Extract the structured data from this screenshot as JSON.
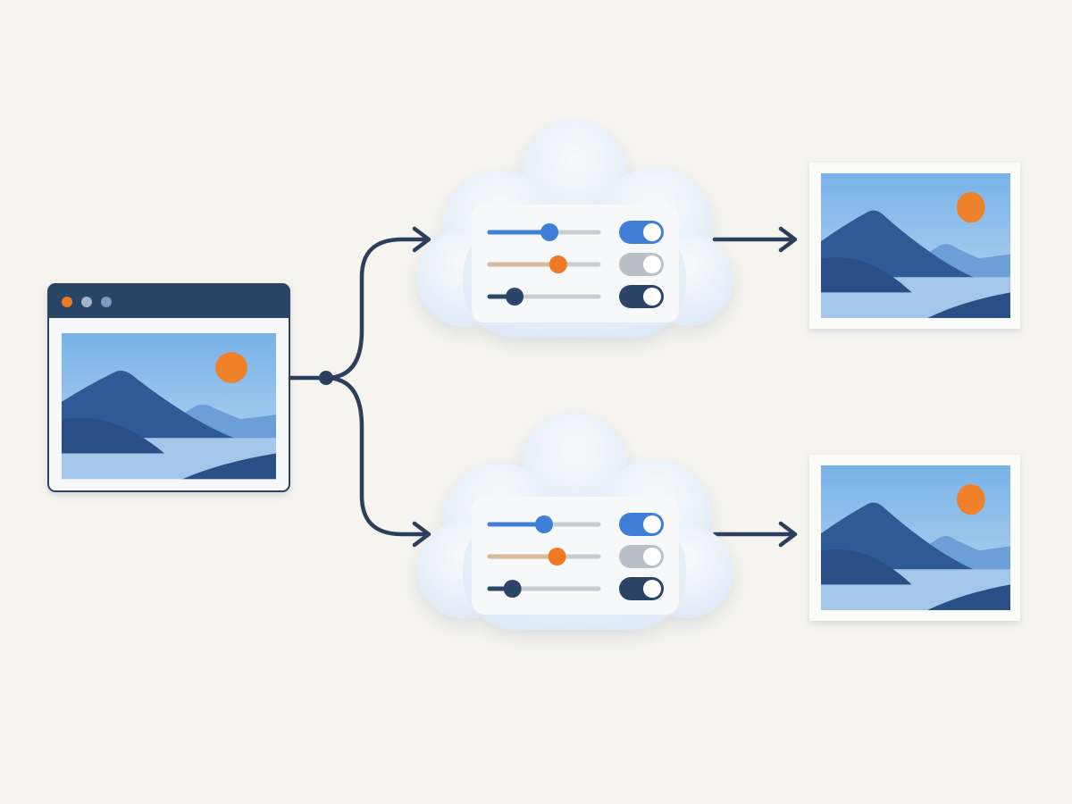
{
  "colors": {
    "background": "#f6f4ef",
    "navy": "#2a4566",
    "connector": "#2b3f5c",
    "accent_blue": "#3f7fd8",
    "accent_orange": "#ee7a24",
    "tan": "#d7b89a",
    "track": "#c8cdd4",
    "toggle_gray": "#b9bfc6",
    "sky_top": "#78b2e8",
    "sky_bottom": "#b9d8f1",
    "sun": "#f0812b",
    "mountain_far": "#6c9fd7",
    "mountain_near": "#2e5b96",
    "water": "#a4c6ea",
    "cloud": "#e7f0f9"
  },
  "source": {
    "icon": "browser-window-icon",
    "window_dots": [
      "#ee7a24",
      "#a3b3c8",
      "#7f9ac0"
    ]
  },
  "processors": [
    {
      "icon": "cloud-icon",
      "sliders": [
        {
          "level": 0.55,
          "color": "accent_blue"
        },
        {
          "level": 0.63,
          "color": "accent_orange"
        },
        {
          "level": 0.23,
          "color": "navy"
        }
      ],
      "toggles": [
        {
          "state": "on",
          "color": "accent_blue"
        },
        {
          "state": "off",
          "color": "toggle_gray"
        },
        {
          "state": "on",
          "color": "navy"
        }
      ]
    },
    {
      "icon": "cloud-icon",
      "sliders": [
        {
          "level": 0.5,
          "color": "accent_blue"
        },
        {
          "level": 0.62,
          "color": "accent_orange"
        },
        {
          "level": 0.21,
          "color": "navy"
        }
      ],
      "toggles": [
        {
          "state": "on",
          "color": "accent_blue"
        },
        {
          "state": "off",
          "color": "toggle_gray"
        },
        {
          "state": "on",
          "color": "navy"
        }
      ]
    }
  ],
  "outputs": [
    {
      "icon": "landscape-photo-icon"
    },
    {
      "icon": "landscape-photo-icon"
    }
  ]
}
